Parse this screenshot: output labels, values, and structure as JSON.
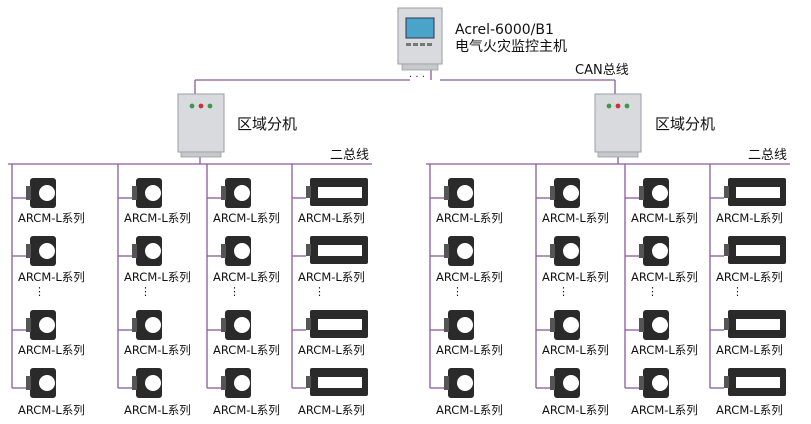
{
  "host": {
    "model": "Acrel-6000/B1",
    "name": "电气火灾监控主机"
  },
  "can_bus": {
    "label": "CAN总线",
    "gap_marker": "· · ·"
  },
  "zones": [
    {
      "cabinet_label": "区域分机",
      "bus_label": "二总线"
    },
    {
      "cabinet_label": "区域分机",
      "bus_label": "二总线"
    }
  ],
  "sensor": {
    "label": "ARCM-L系列",
    "ellipsis": "⋮"
  },
  "colors": {
    "wire": "#8a5a9e",
    "cabinet": "#d8dadd",
    "cabinet_edge": "#9aa0a6",
    "sensor": "#2a2a2a",
    "screen": "#4aa3c8"
  }
}
